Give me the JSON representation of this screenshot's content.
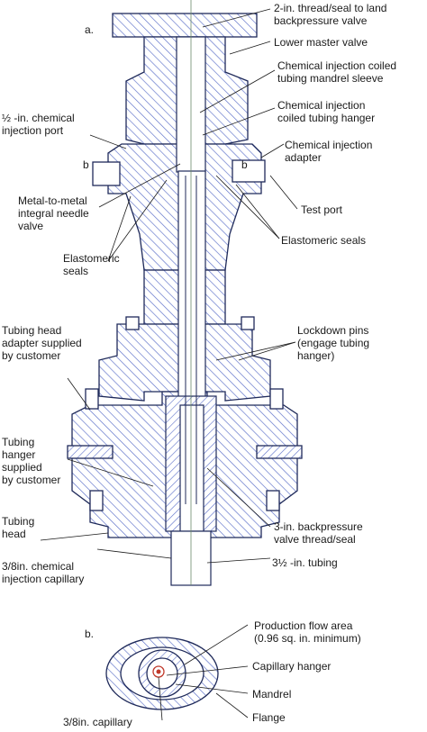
{
  "panel_labels": {
    "a": "a.",
    "b": "b."
  },
  "section_marks": {
    "left": "b",
    "right": "b"
  },
  "callouts_a": {
    "thread_seal": "2-in. thread/seal to land\nbackpressure valve",
    "lower_master_valve": "Lower master valve",
    "mandrel_sleeve": "Chemical injection coiled\ntubing mandrel sleeve",
    "coiled_tubing_hanger": "Chemical injection\ncoiled tubing hanger",
    "injection_adapter": "Chemical injection\nadapter",
    "test_port": "Test port",
    "elastomeric_seals_right": "Elastomeric seals",
    "injection_port": "½ -in. chemical\ninjection port",
    "needle_valve": "Metal-to-metal\nintegral needle\nvalve",
    "elastomeric_seals_left": "Elastomeric\nseals",
    "tubing_head_adapter": "Tubing head\nadapter supplied\nby customer",
    "lockdown_pins": "Lockdown pins\n(engage tubing\nhanger)",
    "tubing_hanger": "Tubing\nhanger\nsupplied\nby customer",
    "tubing_head": "Tubing\nhead",
    "backpressure_thread": "3-in. backpressure\nvalve thread/seal",
    "capillary": "3/8in. chemical\ninjection capillary",
    "tubing": "3½ -in. tubing"
  },
  "callouts_b": {
    "production_flow": "Production flow area\n(0.96 sq. in. minimum)",
    "capillary_hanger": "Capillary hanger",
    "mandrel": "Mandrel",
    "flange": "Flange",
    "capillary": "3/8in. capillary"
  },
  "colors": {
    "line": "#1f2a5a",
    "hatch": "#5b6fc9",
    "fill": "#ffffff",
    "text": "#1a1a1a"
  }
}
